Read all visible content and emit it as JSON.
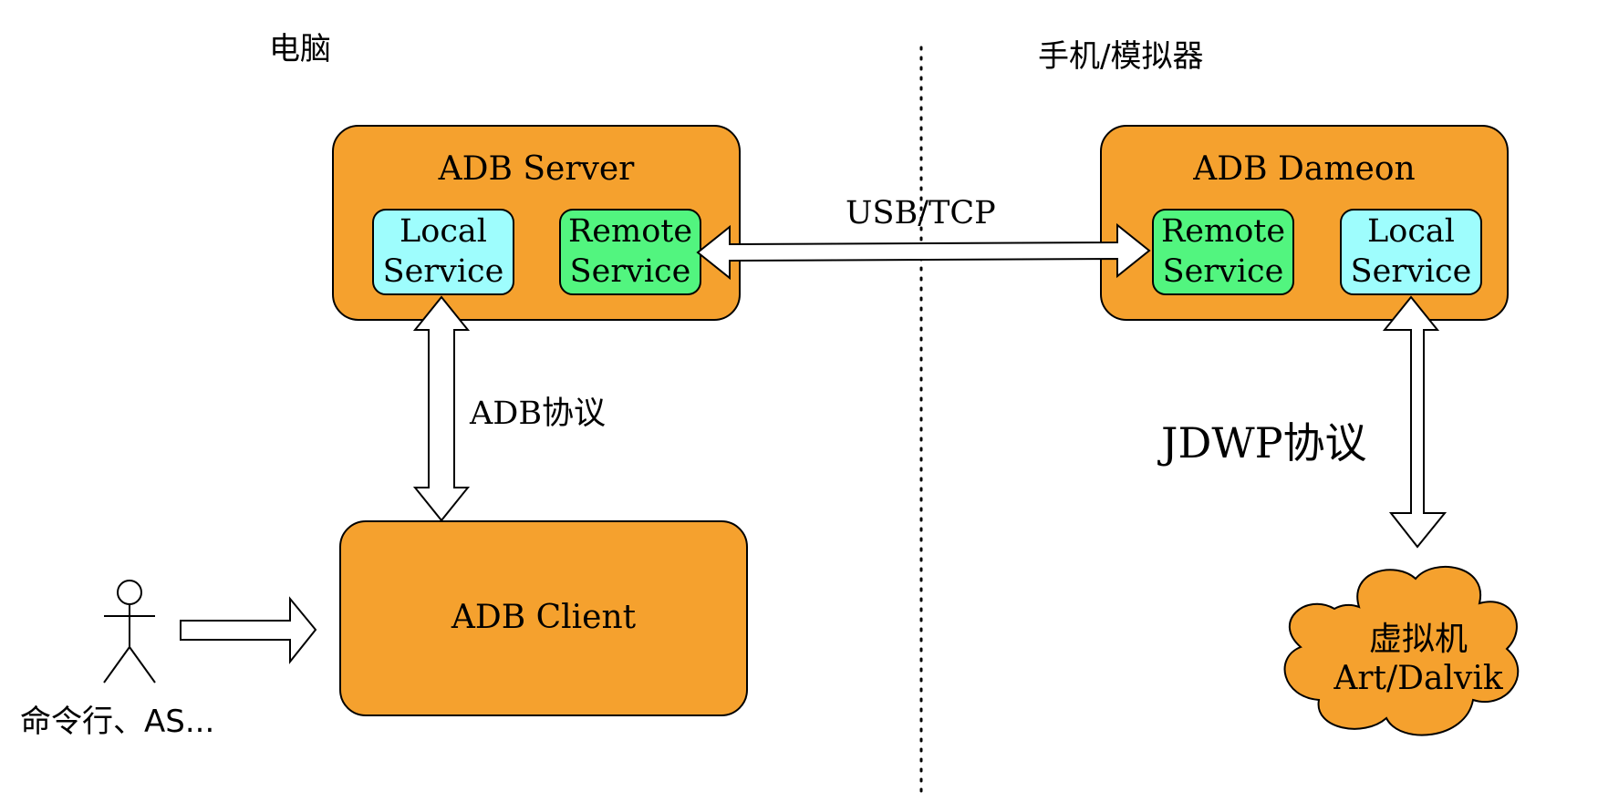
{
  "sections": {
    "pc_label": "电脑",
    "device_label": "手机/模拟器"
  },
  "adb_server": {
    "title": "ADB Server",
    "local_service": "Local\nService",
    "remote_service": "Remote\nService"
  },
  "adb_daemon": {
    "title": "ADB Dameon",
    "remote_service": "Remote\nService",
    "local_service": "Local\nService"
  },
  "adb_client": {
    "title": "ADB Client"
  },
  "connections": {
    "usb_tcp": "USB/TCP",
    "adb_protocol": "ADB协议",
    "jdwp_protocol": "JDWP协议"
  },
  "actor": {
    "label": "命令行、AS..."
  },
  "vm_cloud": {
    "line1": "虚拟机",
    "line2": "Art/Dalvik"
  },
  "colors": {
    "orange_box": "#f5a12e",
    "local_service_fill": "#9efdfd",
    "remote_service_fill": "#52f57f",
    "stroke": "#000000"
  }
}
